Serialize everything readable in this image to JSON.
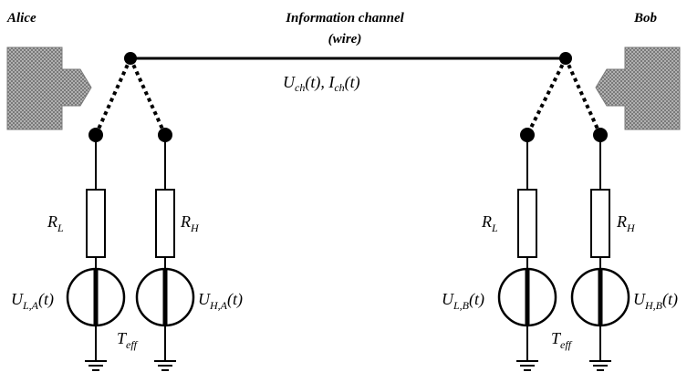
{
  "parties": {
    "alice": "Alice",
    "bob": "Bob"
  },
  "channel": {
    "title": "Information channel",
    "subtitle": "(wire)",
    "signals": "U_ch(t), I_ch(t)"
  },
  "resistors": {
    "low": "R_L",
    "high": "R_H"
  },
  "sources": {
    "alice_low": "U_L,A(t)",
    "alice_high": "U_H,A(t)",
    "bob_low": "U_L,B(t)",
    "bob_high": "U_H,B(t)"
  },
  "temperature": "T_eff",
  "colors": {
    "line": "#000000",
    "box_fill": "#b0b0b0",
    "box_pattern": "#7a7a7a"
  },
  "icons": {
    "alice_box": "hatched-box-with-right-arrow",
    "bob_box": "hatched-box-with-left-arrow"
  }
}
